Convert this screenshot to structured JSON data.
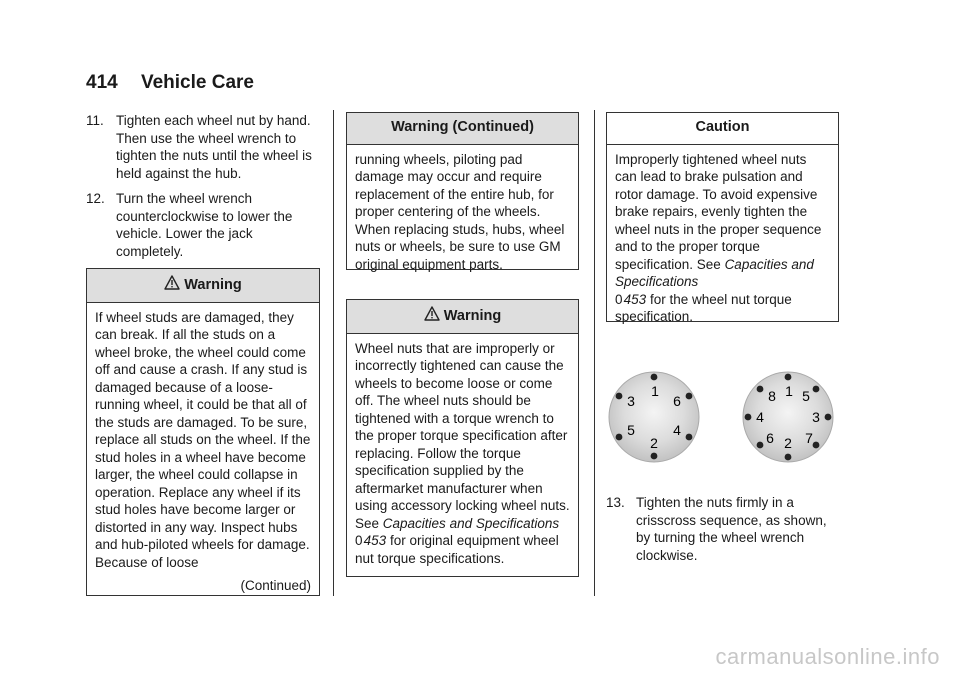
{
  "header": {
    "page_number": "414",
    "section": "Vehicle Care"
  },
  "steps_left": [
    {
      "num": "11.",
      "text": "Tighten each wheel nut by hand. Then use the wheel wrench to tighten the nuts until the wheel is held against the hub."
    },
    {
      "num": "12.",
      "text": "Turn the wheel wrench counterclockwise to lower the vehicle. Lower the jack completely."
    }
  ],
  "warning1": {
    "title": "Warning",
    "body": "If wheel studs are damaged, they can break. If all the studs on a wheel broke, the wheel could come off and cause a crash. If any stud is damaged because of a loose-running wheel, it could be that all of the studs are damaged. To be sure, replace all studs on the wheel. If the stud holes in a wheel have become larger, the wheel could collapse in operation. Replace any wheel if its stud holes have become larger or distorted in any way. Inspect hubs and hub-piloted wheels for damage. Because of loose",
    "continued": "(Continued)"
  },
  "warning_continued": {
    "title": "Warning  (Continued)",
    "body": "running wheels, piloting pad damage may occur and require replacement of the entire hub, for proper centering of the wheels. When replacing studs, hubs, wheel nuts or wheels, be sure to use GM original equipment parts."
  },
  "warning2": {
    "title": "Warning",
    "body_before": "Wheel nuts that are improperly or incorrectly tightened can cause the wheels to become loose or come off. The wheel nuts should be tightened with a torque wrench to the proper torque specification after replacing. Follow the torque specification supplied by the aftermarket manufacturer when using accessory locking wheel nuts. See ",
    "ref_title": "Capacities and Specifications",
    "ref_page": "453",
    "body_after": " for original equipment wheel nut torque specifications."
  },
  "caution": {
    "title": "Caution",
    "body_before": "Improperly tightened wheel nuts can lead to brake pulsation and rotor damage. To avoid expensive brake repairs, evenly tighten the wheel nuts in the proper sequence and to the proper torque specification. See ",
    "ref_title": "Capacities and Specifications",
    "ref_page": "453",
    "body_after": " for the wheel nut torque specification."
  },
  "diagram": {
    "six_lug_labels": [
      "1",
      "2",
      "3",
      "4",
      "5",
      "6"
    ],
    "eight_lug_labels": [
      "1",
      "2",
      "3",
      "4",
      "5",
      "6",
      "7",
      "8"
    ]
  },
  "step13": {
    "num": "13.",
    "text": "Tighten the nuts firmly in a crisscross sequence, as shown, by turning the wheel wrench clockwise."
  },
  "ref_symbol": "0",
  "watermark": "carmanualsonline.info"
}
